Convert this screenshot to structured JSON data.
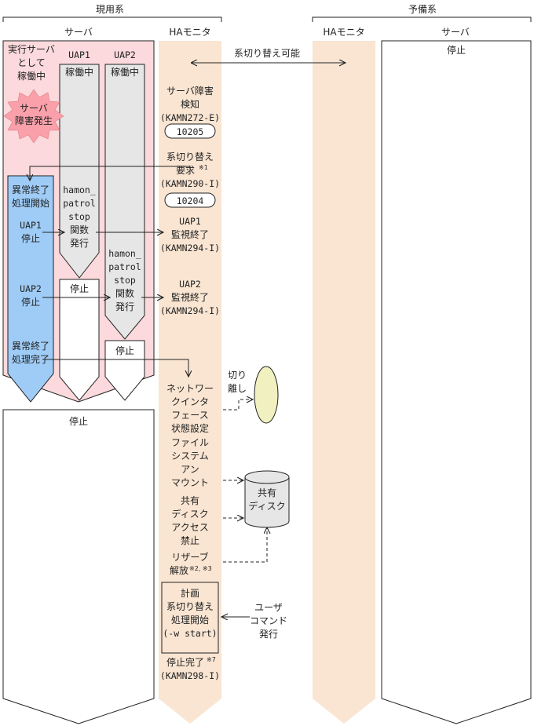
{
  "header": {
    "active_system": "現用系",
    "standby_system": "予備系"
  },
  "active": {
    "server_label": "サーバ",
    "ha_monitor_label": "HAモニタ",
    "server_status": [
      "実行サーバ",
      "として",
      "稼働中"
    ],
    "server_failure": [
      "サーバ",
      "障害発生"
    ],
    "uap1": {
      "label": "UAP1",
      "status": "稼働中",
      "stop_label": "停止",
      "stop_func": [
        "hamon_",
        "patrol",
        "stop",
        "関数",
        "発行"
      ]
    },
    "uap2": {
      "label": "UAP2",
      "status": "稼働中",
      "stop_label": "停止",
      "stop_func": [
        "hamon_",
        "patrol",
        "stop",
        "関数",
        "発行"
      ]
    },
    "abnormal_start": [
      "異常終了",
      "処理開始"
    ],
    "uap1_stop": [
      "UAP1",
      "停止"
    ],
    "uap2_stop": [
      "UAP2",
      "停止"
    ],
    "abnormal_end": [
      "異常終了",
      "処理完了"
    ],
    "server_stopped": "停止"
  },
  "ha_events": {
    "switchable": "系切り替え可能",
    "failure_detect": [
      "サーバ障害",
      "検知",
      "(KAMN272-E)"
    ],
    "failure_code": "10205",
    "switch_request": [
      "系切り替え",
      "要求"
    ],
    "switch_request_note": "※1",
    "switch_request_msg": "(KAMN290-I)",
    "switch_code": "10204",
    "uap1_monitor_end": [
      "UAP1",
      "監視終了",
      "(KAMN294-I)"
    ],
    "uap2_monitor_end": [
      "UAP2",
      "監視終了",
      "(KAMN294-I)"
    ],
    "network_if": [
      "ネットワー",
      "クインタ",
      "フェース",
      "状態設定"
    ],
    "detach": [
      "切り",
      "離し"
    ],
    "fs_unmount": [
      "ファイル",
      "システム",
      "アン",
      "マウント"
    ],
    "shared_disk_access": [
      "共有",
      "ディスク",
      "アクセス",
      "禁止"
    ],
    "reserve_release": "リザーブ",
    "reserve_release_2": "解放",
    "reserve_release_note": "※2, ※3",
    "planned_switch": [
      "計画",
      "系切り替え",
      "処理開始",
      "(-w start)"
    ],
    "user_command": [
      "ユーザ",
      "コマンド",
      "発行"
    ],
    "stop_complete": "停止完了",
    "stop_complete_note": "※7",
    "stop_complete_msg": "(KAMN298-I)"
  },
  "shared_disk": [
    "共有",
    "ディスク"
  ],
  "standby": {
    "ha_monitor_label": "HAモニタ",
    "server_label": "サーバ",
    "server_status": "停止"
  },
  "colors": {
    "server_pink": "#fbd9dc",
    "ha_peach": "#f9e5d2",
    "uap_gray": "#e6e6e6",
    "abnormal_blue": "#9fccf7",
    "starburst": "#f9a0aa",
    "ellipse": "#f0f0c0",
    "disk": "#e6e6e6"
  }
}
